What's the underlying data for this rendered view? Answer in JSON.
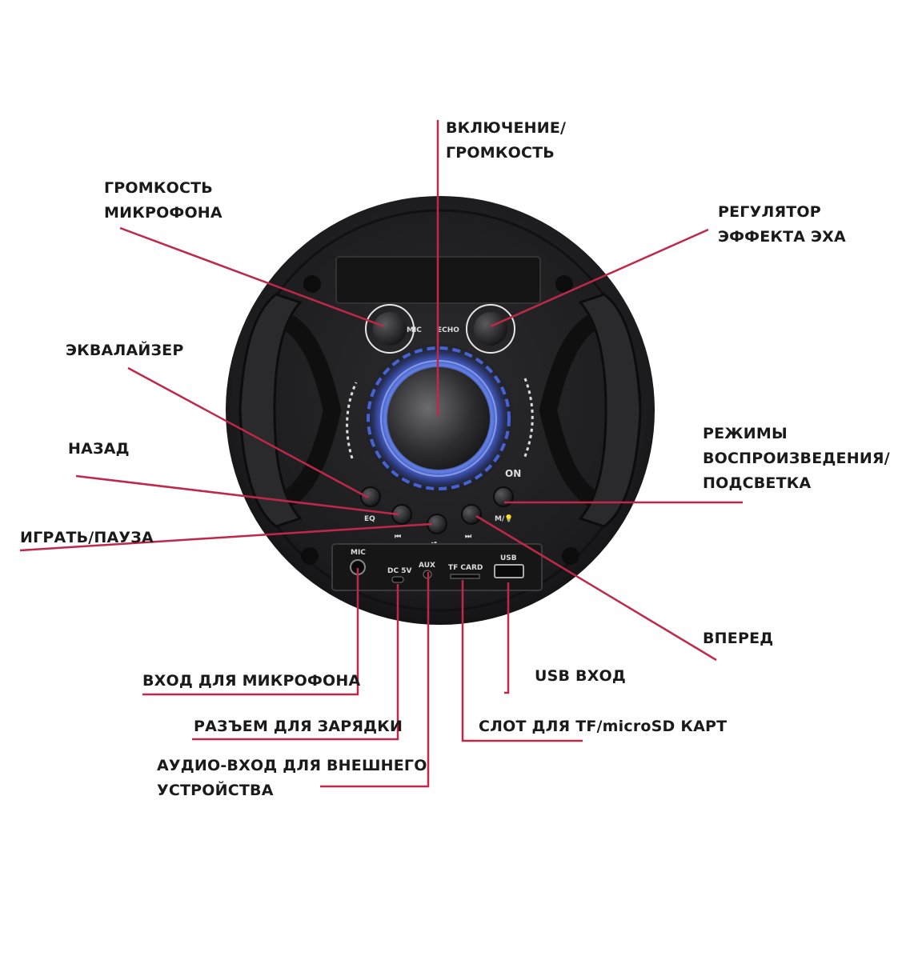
{
  "accent_color": "#c0284a",
  "labels": {
    "power_volume": [
      "ВКЛЮЧЕНИЕ/",
      "ГРОМКОСТЬ"
    ],
    "mic_volume": [
      "ГРОМКОСТЬ",
      "МИКРОФОНА"
    ],
    "echo": [
      "РЕГУЛЯТОР",
      "ЭФФЕКТА ЭХА"
    ],
    "equalizer": "ЭКВАЛАЙЗЕР",
    "back": "НАЗАД",
    "play_pause": "ИГРАТЬ/ПАУЗА",
    "modes": [
      "РЕЖИМЫ",
      "ВОСПРОИЗВЕДЕНИЯ/",
      "ПОДСВЕТКА"
    ],
    "forward": "ВПЕРЕД",
    "mic_input": "ВХОД ДЛЯ МИКРОФОНА",
    "charging": "РАЗЪЕМ ДЛЯ ЗАРЯДКИ",
    "aux": [
      "АУДИО-ВХОД ДЛЯ ВНЕШНЕГО",
      "УСТРОЙСТВА"
    ],
    "usb": "USB ВХОД",
    "tf_slot": "СЛОТ ДЛЯ TF/microSD КАРТ"
  },
  "device": {
    "knob_mic": "MIC",
    "knob_echo": "ECHO",
    "on": "ON",
    "eq": "EQ",
    "prev": "⏮",
    "play": "⏯",
    "next": "⏭",
    "mode": "M/💡",
    "port_mic": "MIC",
    "port_dc": "DC 5V",
    "port_aux": "AUX",
    "port_tf": "TF CARD",
    "port_usb": "USB"
  }
}
